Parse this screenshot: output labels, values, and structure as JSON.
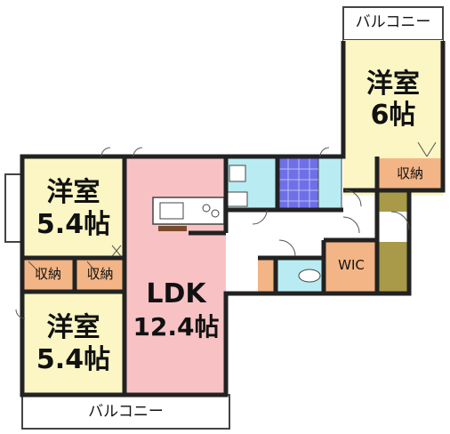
{
  "colors": {
    "western_room": "#fbf6c4",
    "ldk": "#f8c2c4",
    "storage": "#f3b585",
    "bath": "#6f6fe8",
    "sanitary": "#b8ecf2",
    "wic": "#f3b585",
    "shoe_box": "#a89a48",
    "wall": "#222222"
  },
  "rooms": {
    "western_top_right": {
      "name": "洋室",
      "size": "6帖"
    },
    "western_left_top": {
      "name": "洋室",
      "size": "5.4帖"
    },
    "western_left_bottom": {
      "name": "洋室",
      "size": "5.4帖"
    },
    "ldk": {
      "name": "LDK",
      "size": "12.4帖"
    }
  },
  "storage": {
    "right": "収納",
    "left_a": "収納",
    "left_b": "収納"
  },
  "wic": "WIC",
  "balcony": {
    "top": "バルコニー",
    "bottom": "バルコニー"
  }
}
